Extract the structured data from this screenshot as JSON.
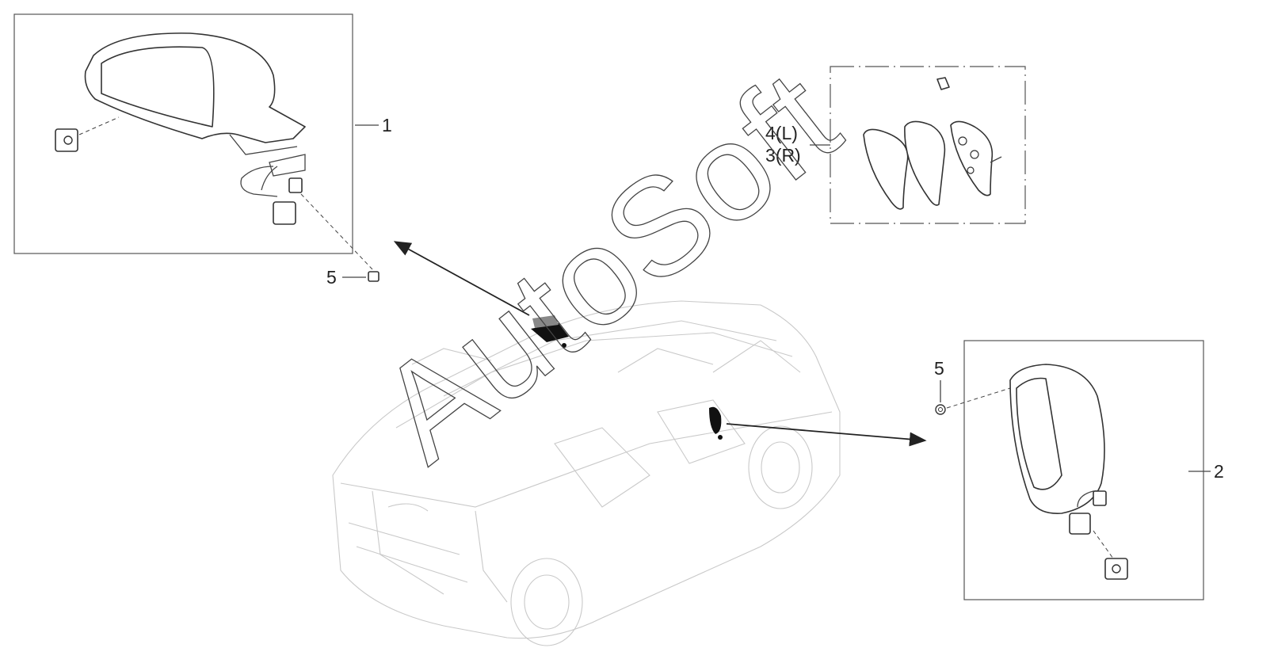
{
  "callouts": {
    "c1": "1",
    "c2": "2",
    "c34_left": "4(L)",
    "c34_right": "3(R)",
    "c5_top": "5",
    "c5_right": "5"
  },
  "watermark": "AutoSoft",
  "colors": {
    "line": "#444444",
    "faint_car": "#c9c9c9",
    "highlight": "#111111"
  }
}
